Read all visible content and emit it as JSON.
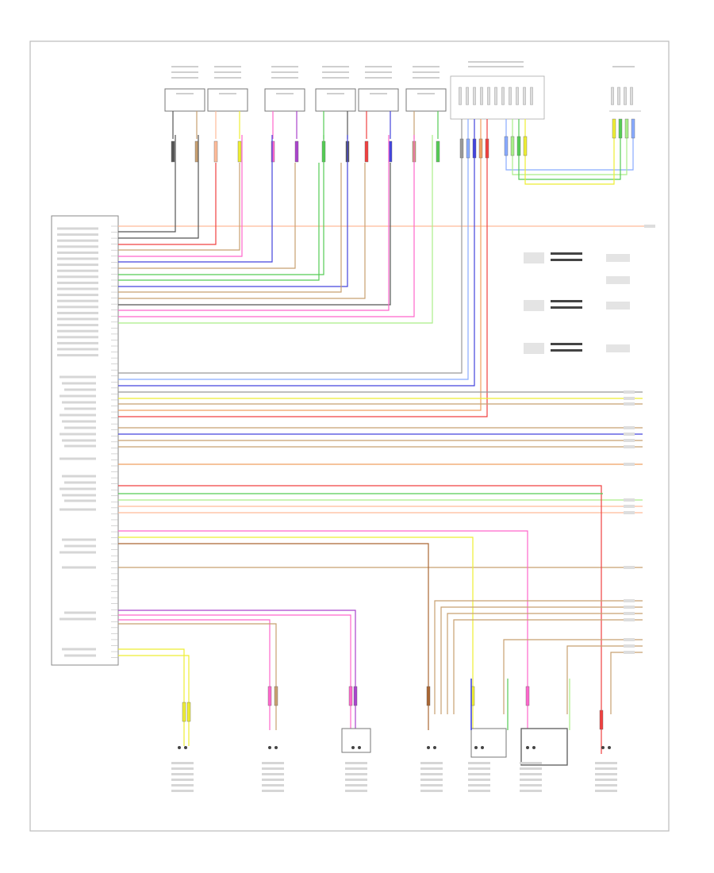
{
  "diagram": {
    "code": "",
    "module_caption": [
      "",
      "",
      ""
    ],
    "frame_stroke": "#bbbbbb",
    "wire_colors": {
      "black": "#555555",
      "orange": "#f0a060",
      "red": "#f04040",
      "pink": "#ff66cc",
      "blue": "#4444dd",
      "light_blue": "#88aaff",
      "yellow": "#eeee33",
      "green": "#55cc55",
      "light_green": "#aaee88",
      "tan": "#c8a070",
      "violet": "#aa44cc",
      "gray": "#999999",
      "brown": "#aa6633",
      "peach": "#ffbb99"
    },
    "wire_color_sequence": [
      "peach",
      "red",
      "pink",
      "pink",
      "pink",
      "blue",
      "green",
      "green",
      "blue",
      "tan",
      "tan",
      "pink",
      "green",
      "yellow",
      "gray",
      "gray",
      "yellow",
      "red",
      "orange",
      "tan",
      "blue",
      "tan",
      "orange",
      "red",
      "green",
      "tan",
      "pink",
      "pink",
      "yellow",
      "brown",
      "tan",
      "violet",
      "tan",
      "yellow",
      "yellow"
    ],
    "sensor_wire_colors": [
      "black",
      "tan",
      "peach",
      "yellow",
      "pink",
      "violet",
      "green",
      "black",
      "red",
      "blue",
      "tan",
      "green"
    ],
    "top_connector_count": 6,
    "multi_connector_count": 2,
    "bottom_component_count": 8,
    "pin_text": "",
    "wire_code_text": "",
    "small_note": ""
  }
}
